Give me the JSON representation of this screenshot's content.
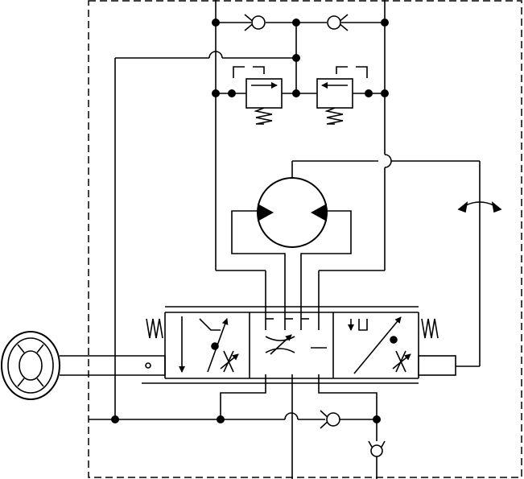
{
  "diagram": {
    "kind": "hydraulic steering control schematic",
    "has_text_labels": false,
    "line_color": "#000000",
    "background_color": "#ffffff",
    "components": [
      {
        "name": "steering-wheel",
        "icon": "steering-wheel-icon"
      },
      {
        "name": "hydraulic-motor",
        "icon": "bidirectional-motor-icon"
      },
      {
        "name": "rotary-control-valve",
        "icon": "directional-valve-icon",
        "positions": 3
      },
      {
        "name": "relief-valve-left",
        "icon": "relief-valve-icon"
      },
      {
        "name": "relief-valve-right",
        "icon": "relief-valve-icon"
      },
      {
        "name": "check-valve-top-left",
        "icon": "check-valve-icon"
      },
      {
        "name": "check-valve-top-right",
        "icon": "check-valve-icon"
      },
      {
        "name": "check-valve-bottom",
        "icon": "check-valve-icon"
      },
      {
        "name": "check-valve-vertical",
        "icon": "check-valve-icon"
      },
      {
        "name": "rotation-indicator",
        "icon": "rotation-arrow-icon"
      },
      {
        "name": "boundary-box",
        "icon": "dashed-enclosure"
      }
    ]
  }
}
